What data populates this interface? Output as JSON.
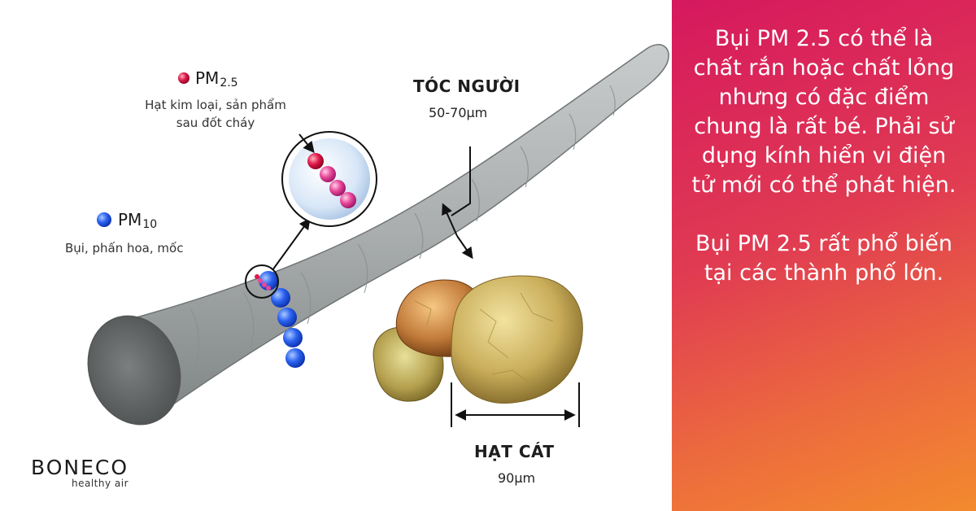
{
  "pm25": {
    "title": "PM",
    "sub": "2.5",
    "desc_line1": "Hạt kim loại, sản phẩm",
    "desc_line2": "sau đốt cháy",
    "color": "#d8123a"
  },
  "pm10": {
    "title": "PM",
    "sub": "10",
    "desc": "Bụi, phấn hoa, mốc",
    "color": "#1f5cf0"
  },
  "hair": {
    "label": "TÓC NGƯỜI",
    "size": "50-70µm"
  },
  "sand": {
    "label": "HẠT CÁT",
    "size": "90µm"
  },
  "brand": {
    "name": "BONECO",
    "tagline": "healthy air"
  },
  "panel": {
    "paragraph1": "Bụi PM 2.5 có thể là chất rắn hoặc chất lỏng nhưng có đặc điểm chung là rất bé. Phải sử dụng kính hiển vi điện tử mới có thể phát hiện.",
    "paragraph2": "Bụi PM 2.5 rất phổ biến tại các thành phố lớn.",
    "gradient_top": "#d6185e",
    "gradient_bottom": "#f38a2e"
  }
}
